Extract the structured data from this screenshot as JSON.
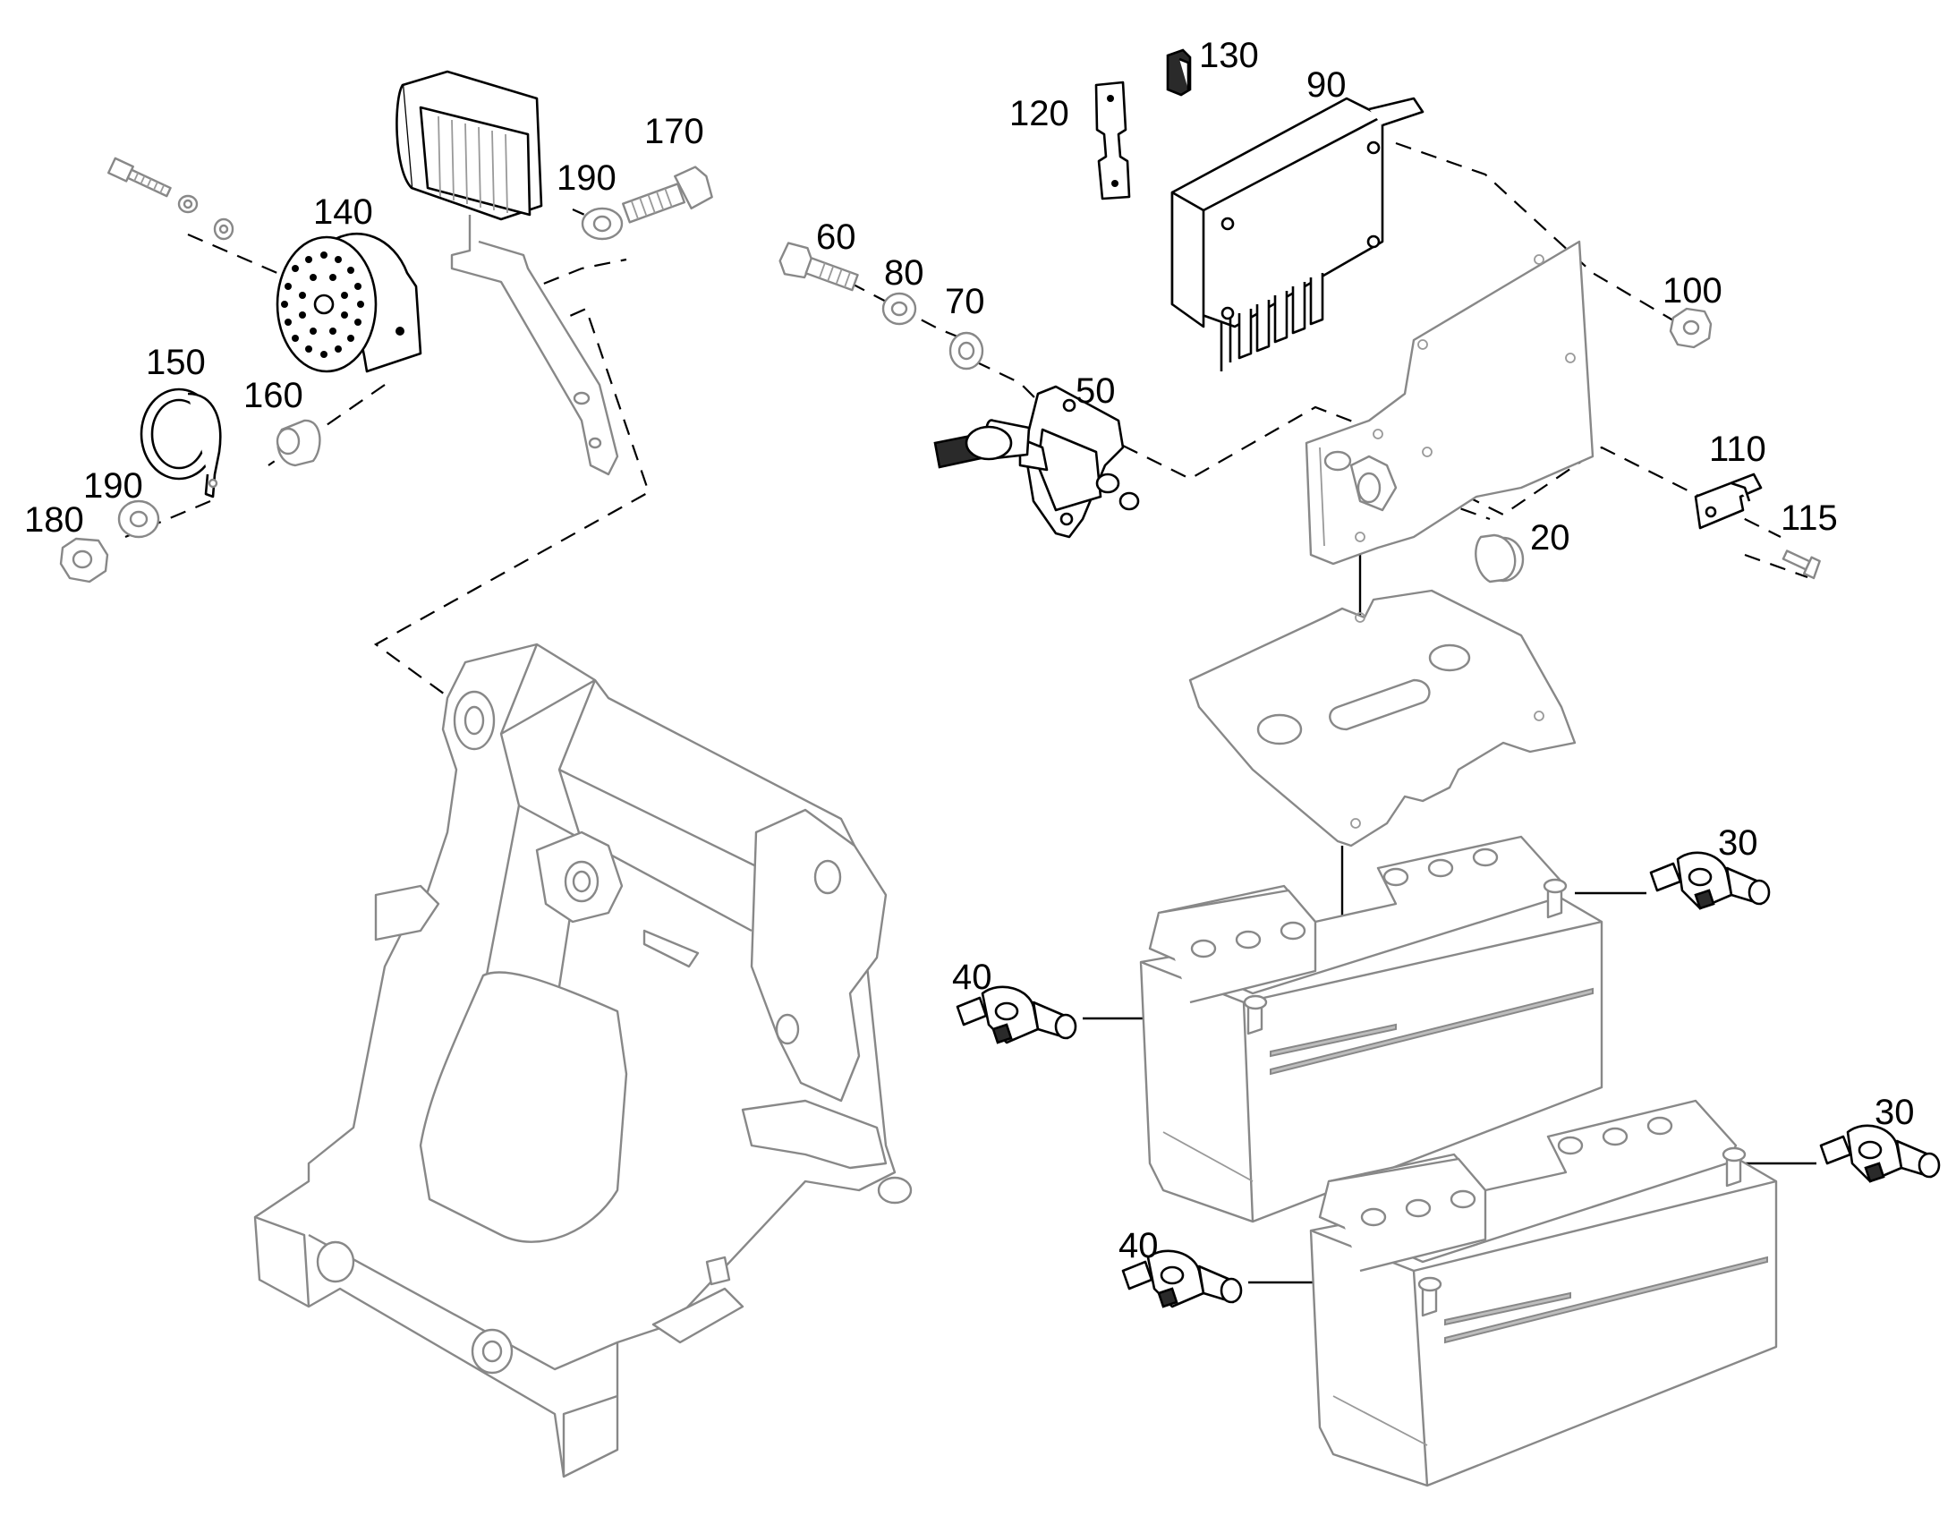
{
  "callouts": [
    {
      "id": "c130",
      "label": "130"
    },
    {
      "id": "c90",
      "label": "90"
    },
    {
      "id": "c120",
      "label": "120"
    },
    {
      "id": "c170",
      "label": "170"
    },
    {
      "id": "c190a",
      "label": "190"
    },
    {
      "id": "c140",
      "label": "140"
    },
    {
      "id": "c60",
      "label": "60"
    },
    {
      "id": "c80",
      "label": "80"
    },
    {
      "id": "c70",
      "label": "70"
    },
    {
      "id": "c100",
      "label": "100"
    },
    {
      "id": "c150",
      "label": "150"
    },
    {
      "id": "c160",
      "label": "160"
    },
    {
      "id": "c50",
      "label": "50"
    },
    {
      "id": "c110",
      "label": "110"
    },
    {
      "id": "c190b",
      "label": "190"
    },
    {
      "id": "c180",
      "label": "180"
    },
    {
      "id": "c115",
      "label": "115"
    },
    {
      "id": "c20",
      "label": "20"
    },
    {
      "id": "c30a",
      "label": "30"
    },
    {
      "id": "c40a",
      "label": "40"
    },
    {
      "id": "c30b",
      "label": "30"
    },
    {
      "id": "c40b",
      "label": "40"
    }
  ]
}
